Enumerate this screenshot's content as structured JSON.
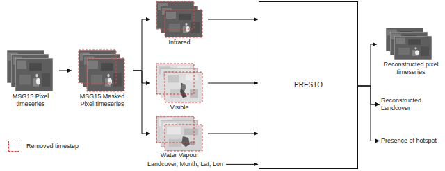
{
  "diagram": {
    "nodes": [
      {
        "text": [
          "MSG15 Pixel timeseries"
        ]
      },
      {
        "text": [
          "MSG15 Masked Pixel timeseries"
        ]
      },
      {
        "text": [
          "Infrared"
        ]
      },
      {
        "text": [
          "Visible"
        ]
      },
      {
        "text": [
          "Water Vapour"
        ]
      },
      {
        "text": [
          "Landcover, Month, Lat, Lon"
        ]
      },
      {
        "text": [
          "PRESTO"
        ]
      },
      {
        "text": [
          "Reconstructed pixel timeseries"
        ]
      },
      {
        "text": [
          "Reconstructed Landcover"
        ]
      },
      {
        "text": [
          "Presence of hotspot"
        ]
      }
    ],
    "edges": [
      {
        "from": 0,
        "to": 1,
        "arrow": "to"
      },
      {
        "from": 1,
        "to": 2,
        "arrow": "to"
      },
      {
        "from": 1,
        "to": 3,
        "arrow": "to"
      },
      {
        "from": 1,
        "to": 4,
        "arrow": "to"
      },
      {
        "from": 2,
        "to": 6,
        "arrow": "to"
      },
      {
        "from": 3,
        "to": 6,
        "arrow": "to"
      },
      {
        "from": 4,
        "to": 6,
        "arrow": "to"
      },
      {
        "from": 5,
        "to": 6,
        "arrow": "to"
      },
      {
        "from": 6,
        "to": 7,
        "arrow": "to"
      },
      {
        "from": 6,
        "to": 8,
        "arrow": "to"
      },
      {
        "from": 6,
        "to": 9,
        "arrow": "to"
      }
    ],
    "legend": [
      {
        "text": "Removed timestep"
      }
    ]
  }
}
